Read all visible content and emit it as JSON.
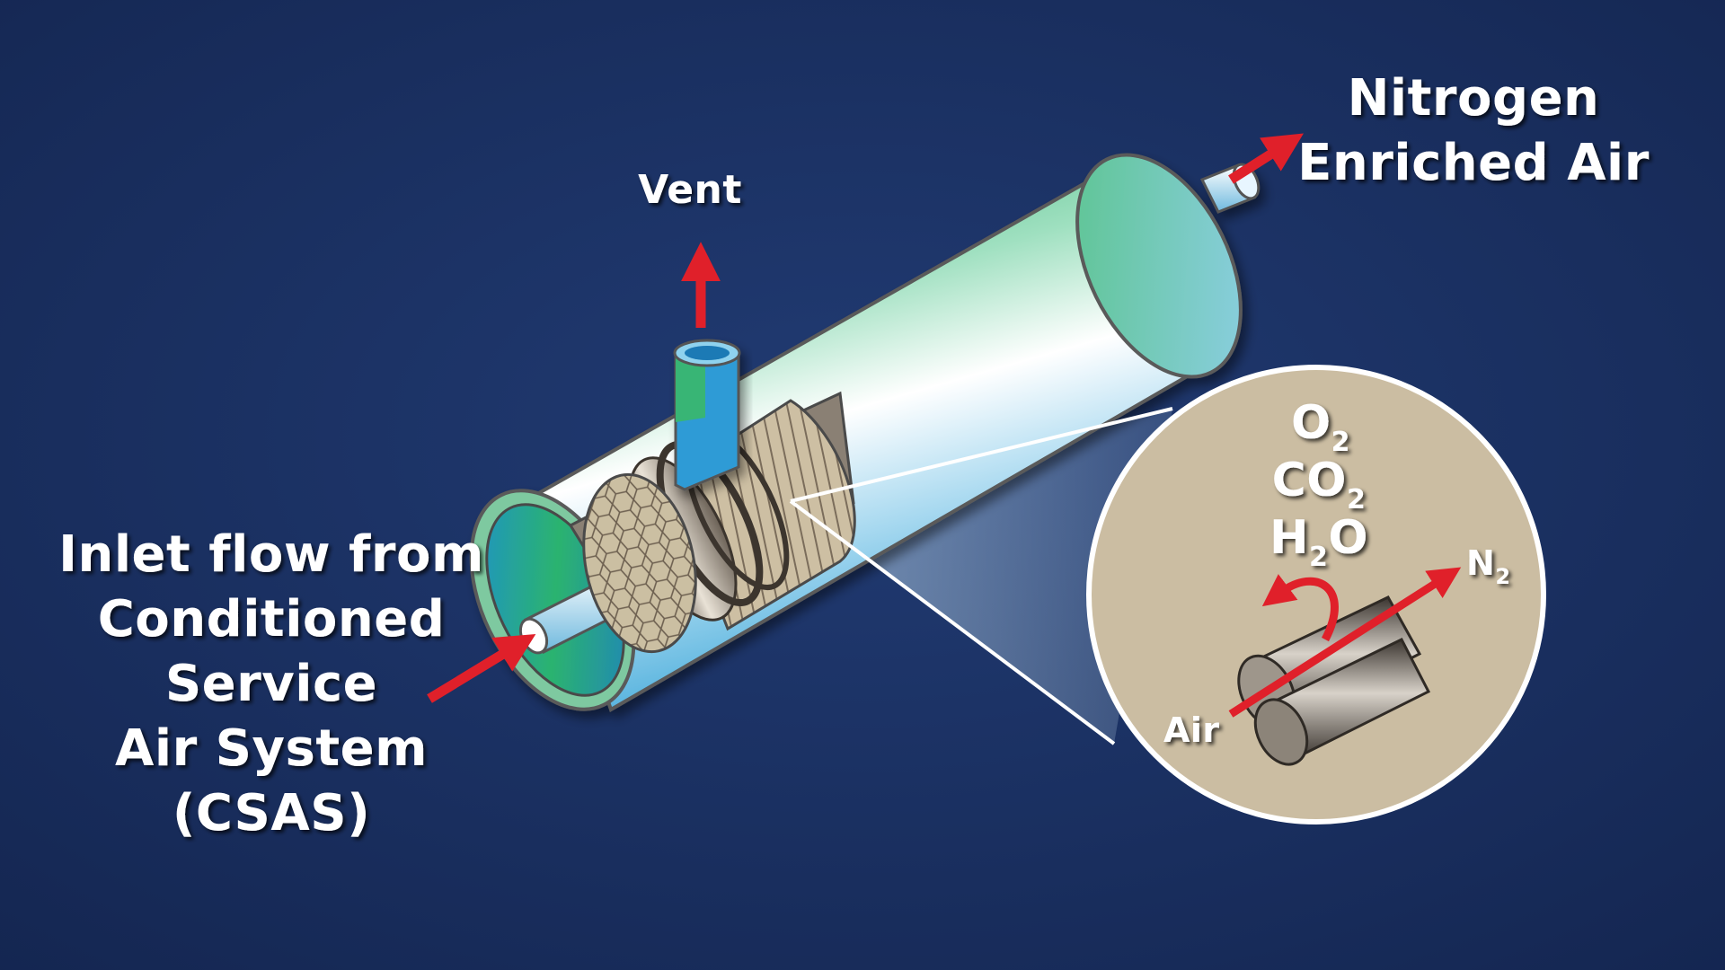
{
  "labels": {
    "vent": "Vent",
    "nitrogen_line1": "Nitrogen",
    "nitrogen_line2": "Enriched Air",
    "inlet_line1": "Inlet flow from",
    "inlet_line2": "Conditioned",
    "inlet_line3": "Service",
    "inlet_line4": "Air System",
    "inlet_line5": "(CSAS)",
    "air": "Air"
  },
  "chemistry": {
    "o2_base": "O",
    "o2_sub": "2",
    "co2_base": "CO",
    "co2_sub": "2",
    "h2o_h": "H",
    "h2o_sub": "2",
    "h2o_o": "O",
    "n2_base": "N",
    "n2_sub": "2"
  },
  "colors": {
    "background": "#1a2f5e",
    "arrow": "#e0202a",
    "cylinder_green": "#3fb87a",
    "cylinder_blue": "#9fd6f0",
    "inset_fill": "#cdbfa4"
  }
}
